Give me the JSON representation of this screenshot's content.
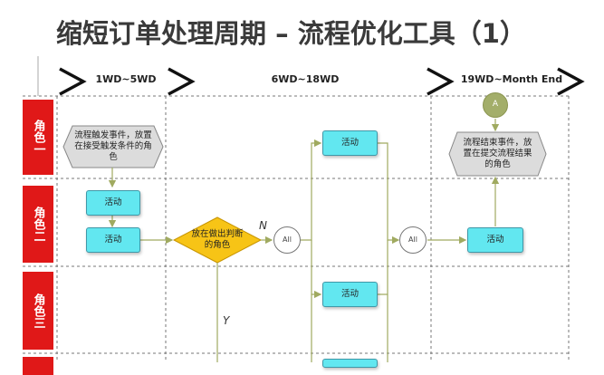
{
  "title": "缩短订单处理周期 – 流程优化工具（1）",
  "phases": [
    "1WD~5WD",
    "6WD~18WD",
    "19WD~Month End"
  ],
  "lanes": [
    "角色一",
    "角色二",
    "角色三"
  ],
  "nodes": {
    "trigger_event": "流程触发事件，放置在接受触发条件的角色",
    "end_event": "流程结束事件，放置在提交流程结果的角色",
    "activity_label": "活动",
    "decision": "放在做出判断的角色",
    "all_gate": "All",
    "connector": "A"
  },
  "branches": {
    "no": "N",
    "yes": "Y"
  },
  "colors": {
    "activity_fill": "#62e7f0",
    "decision_fill": "#f7c416",
    "event_fill": "#dcdcdc",
    "lane_label": "#e01818",
    "connector_fill": "#a3ae6a"
  }
}
